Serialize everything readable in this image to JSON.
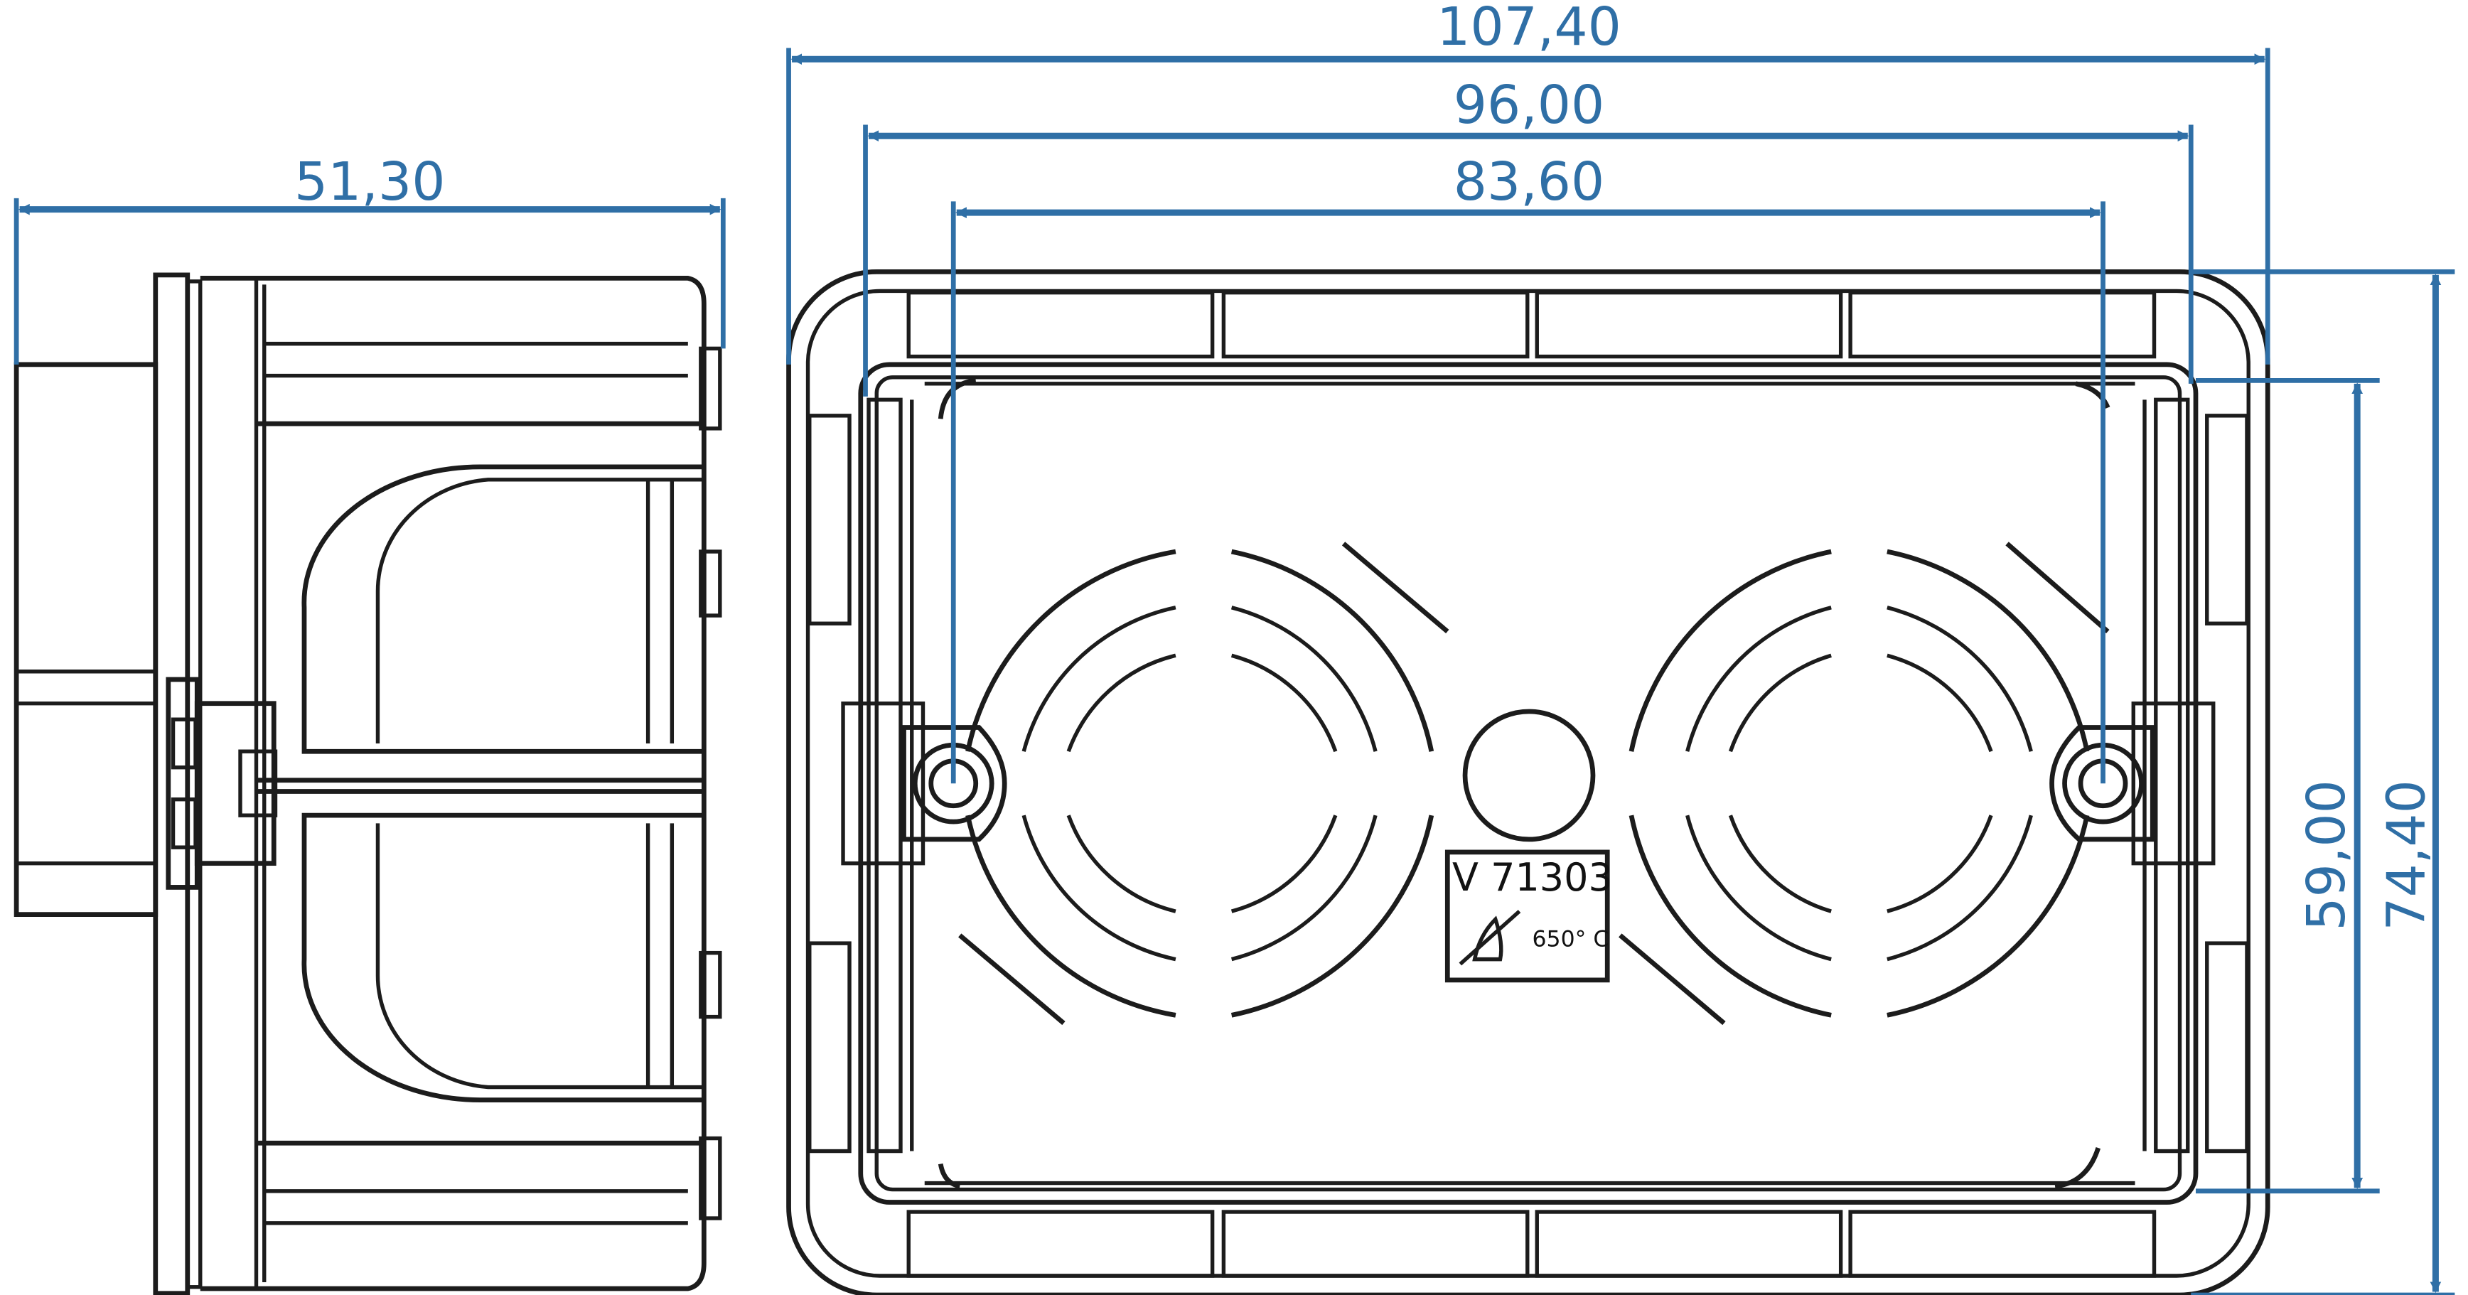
{
  "dimensions": {
    "total_width": "107,40",
    "inner_width": "96,00",
    "screw_spacing": "83,60",
    "depth": "51,30",
    "inner_height": "59,00",
    "total_height": "74,40"
  },
  "label": {
    "code": "V 71303",
    "temperature": "650° C"
  },
  "colors": {
    "dimension": "#2f6fa6",
    "outline": "#1c1c1c"
  }
}
